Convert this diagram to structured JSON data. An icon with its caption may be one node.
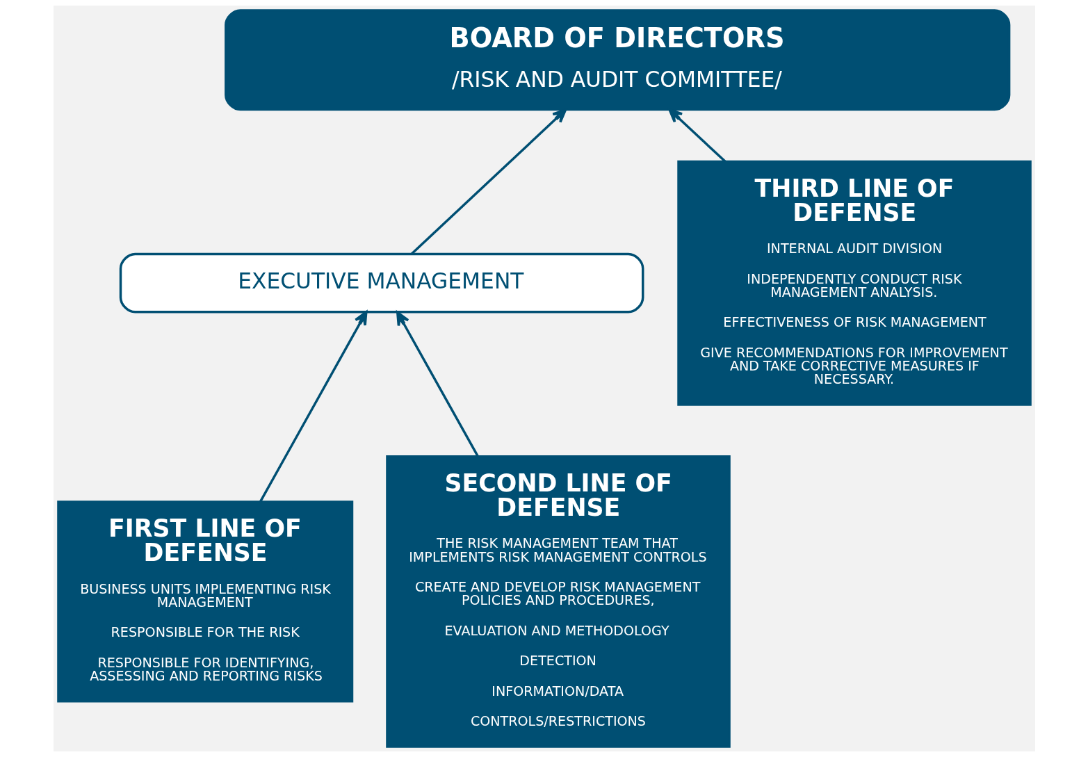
{
  "diagram": {
    "nodes": [
      {
        "text": [
          "BOARD OF DIRECTORS",
          "/RISK AND AUDIT COMMITTEE/"
        ]
      },
      {
        "text": [
          "EXECUTIVE MANAGEMENT"
        ]
      },
      {
        "text": [
          "FIRST LINE OF DEFENSE",
          "BUSINESS UNITS IMPLEMENTING RISK MANAGEMENT",
          "RESPONSIBLE FOR THE RISK",
          "RESPONSIBLE FOR IDENTIFYING, ASSESSING AND REPORTING RISKS"
        ]
      },
      {
        "text": [
          "SECOND LINE OF DEFENSE",
          "THE RISK MANAGEMENT TEAM THAT IMPLEMENTS RISK MANAGEMENT CONTROLS",
          "CREATE AND DEVELOP RISK MANAGEMENT POLICIES AND PROCEDURES,",
          "EVALUATION AND METHODOLOGY",
          "DETECTION",
          "INFORMATION/DATA",
          "CONTROLS/RESTRICTIONS"
        ]
      },
      {
        "text": [
          "THIRD LINE OF DEFENSE",
          "INTERNAL AUDIT DIVISION",
          "INDEPENDENTLY CONDUCT RISK MANAGEMENT ANALYSIS.",
          "EFFECTIVENESS OF RISK MANAGEMENT",
          "GIVE RECOMMENDATIONS FOR IMPROVEMENT AND TAKE CORRECTIVE MEASURES IF NECESSARY."
        ]
      }
    ],
    "edges": [
      {
        "from": 1,
        "to": 0,
        "arrow": "to"
      },
      {
        "from": 2,
        "to": 1,
        "arrow": "to"
      },
      {
        "from": 3,
        "to": 1,
        "arrow": "to"
      },
      {
        "from": 4,
        "to": 0,
        "arrow": "to"
      }
    ]
  }
}
